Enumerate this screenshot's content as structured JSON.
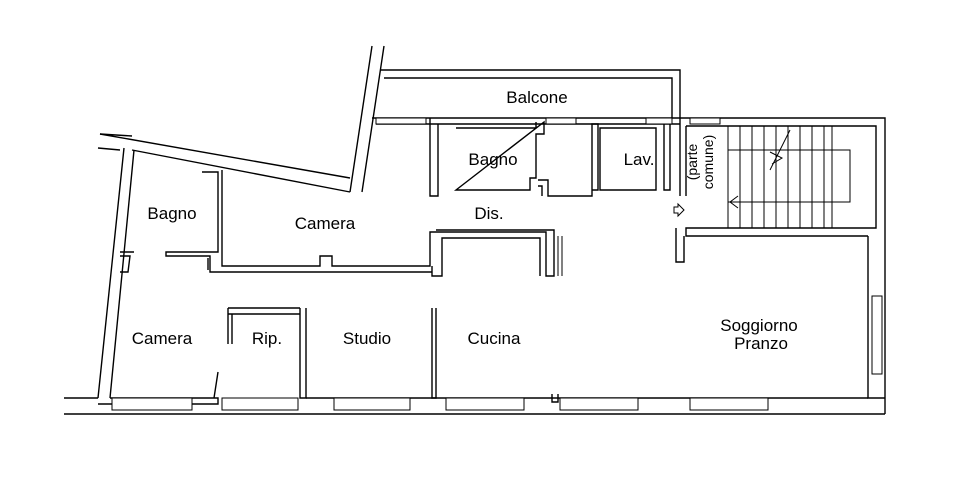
{
  "rooms": {
    "balcone": "Balcone",
    "bagno_top": "Bagno",
    "lavanderia": "Lav.",
    "parte_comune_1": "(parte",
    "parte_comune_2": "comune)",
    "bagno_left": "Bagno",
    "camera_top": "Camera",
    "disimpegno": "Dis.",
    "camera_bottom": "Camera",
    "ripostiglio": "Rip.",
    "studio": "Studio",
    "cucina": "Cucina",
    "soggiorno": "Soggiorno",
    "pranzo": "Pranzo"
  }
}
